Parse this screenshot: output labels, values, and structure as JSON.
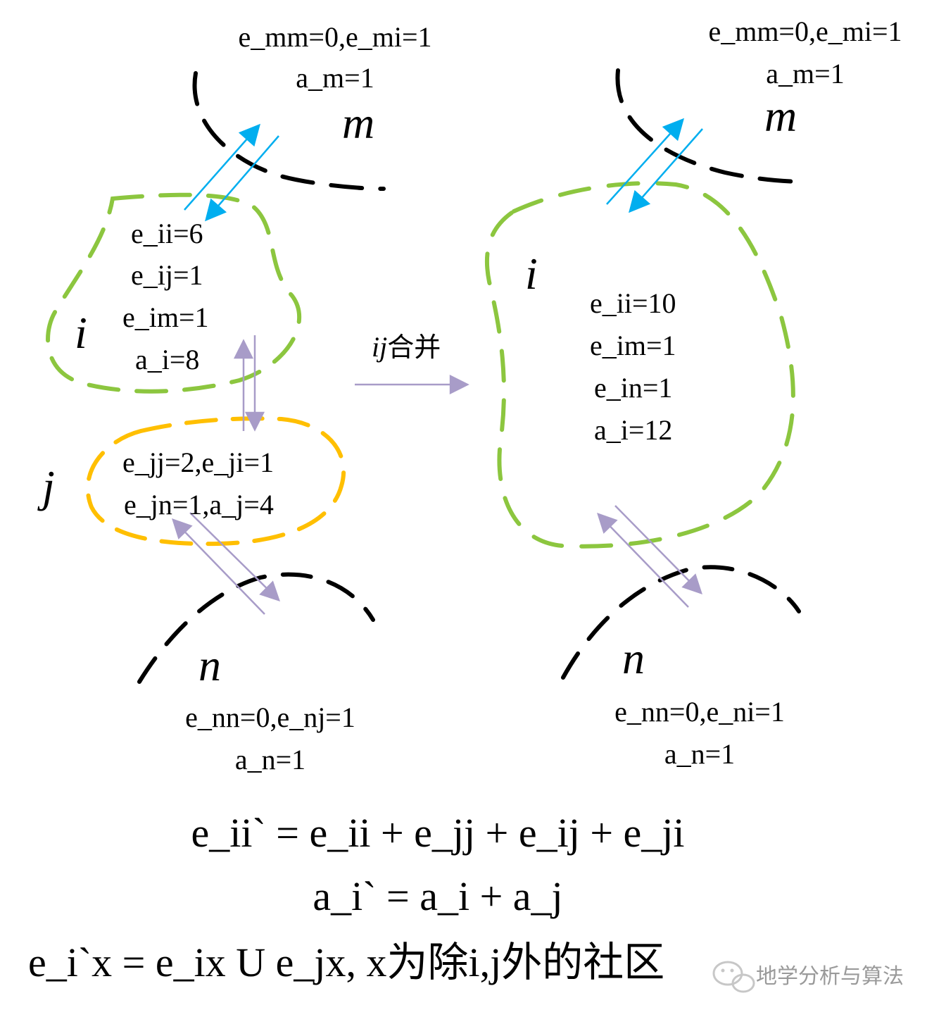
{
  "colors": {
    "green": "#8CC63F",
    "orange": "#FFBF00",
    "black": "#000000",
    "blue": "#00AEEF",
    "purple": "#A89CC8"
  },
  "before": {
    "m": {
      "name": "m",
      "line1": "e_mm=0,e_mi=1",
      "line2": "a_m=1"
    },
    "i": {
      "name": "i",
      "lines": [
        "e_ii=6",
        "e_ij=1",
        "e_im=1",
        "a_i=8"
      ]
    },
    "j": {
      "name": "j",
      "lines": [
        "e_jj=2,e_ji=1",
        "e_jn=1,a_j=4"
      ]
    },
    "n": {
      "name": "n",
      "line1": "e_nn=0,e_nj=1",
      "line2": "a_n=1"
    }
  },
  "merge": {
    "label_italic": "ij",
    "label_text": "合并"
  },
  "after": {
    "m": {
      "name": "m",
      "line1": "e_mm=0,e_mi=1",
      "line2": "a_m=1"
    },
    "i": {
      "name": "i",
      "lines": [
        "e_ii=10",
        "e_im=1",
        "e_in=1",
        "a_i=12"
      ]
    },
    "n": {
      "name": "n",
      "line1": "e_nn=0,e_ni=1",
      "line2": "a_n=1"
    }
  },
  "formulas": [
    "e_ii` = e_ii + e_jj + e_ij + e_ji",
    "a_i` = a_i + a_j",
    "e_i`x = e_ix U e_jx, x为除i,j外的社区"
  ],
  "watermark": "地学分析与算法",
  "icons": {
    "watermark_logo": "wechat-icon"
  }
}
